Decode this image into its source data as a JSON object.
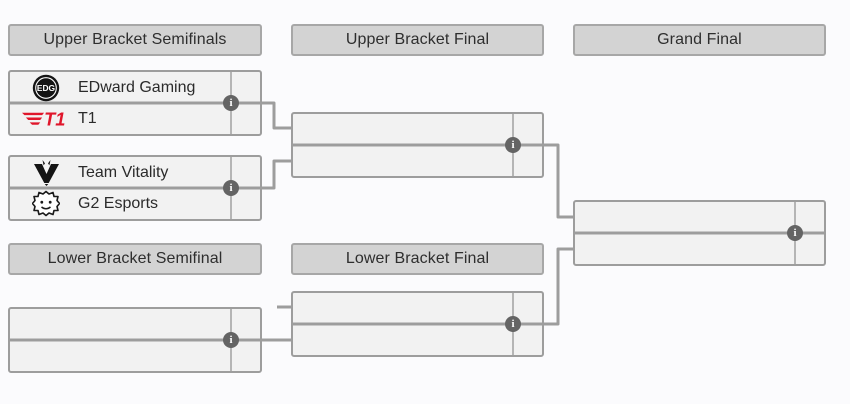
{
  "headers": {
    "upper_semifinals": "Upper Bracket Semifinals",
    "upper_final": "Upper Bracket Final",
    "grand_final": "Grand Final",
    "lower_semifinal": "Lower Bracket Semifinal",
    "lower_final": "Lower Bracket Final"
  },
  "matches": {
    "ub_semi_1": {
      "top": {
        "name": "EDward Gaming",
        "logo": "edg-logo",
        "score": ""
      },
      "bottom": {
        "name": "T1",
        "logo": "t1-logo",
        "score": ""
      }
    },
    "ub_semi_2": {
      "top": {
        "name": "Team Vitality",
        "logo": "vitality-logo",
        "score": ""
      },
      "bottom": {
        "name": "G2 Esports",
        "logo": "g2-logo",
        "score": ""
      }
    },
    "ub_final": {
      "top": {
        "name": "",
        "score": ""
      },
      "bottom": {
        "name": "",
        "score": ""
      }
    },
    "lb_semifinal": {
      "top": {
        "name": "",
        "score": ""
      },
      "bottom": {
        "name": "",
        "score": ""
      }
    },
    "lb_final": {
      "top": {
        "name": "",
        "score": ""
      },
      "bottom": {
        "name": "",
        "score": ""
      }
    },
    "grand_final": {
      "top": {
        "name": "",
        "score": ""
      },
      "bottom": {
        "name": "",
        "score": ""
      }
    }
  },
  "glyphs": {
    "info": "i"
  },
  "colors": {
    "background": "#fbfbfd",
    "header_bg": "#d3d3d3",
    "header_border": "#a7a7a7",
    "match_bg": "#f2f2f2",
    "match_border": "#9d9d9d",
    "connector": "#9d9d9d",
    "score_divider": "#b5b5b5",
    "info_badge_bg": "#646464",
    "info_badge_fg": "#ffffff",
    "text": "#2b2b2b",
    "t1_red": "#e0162b",
    "logo_black": "#141414"
  }
}
